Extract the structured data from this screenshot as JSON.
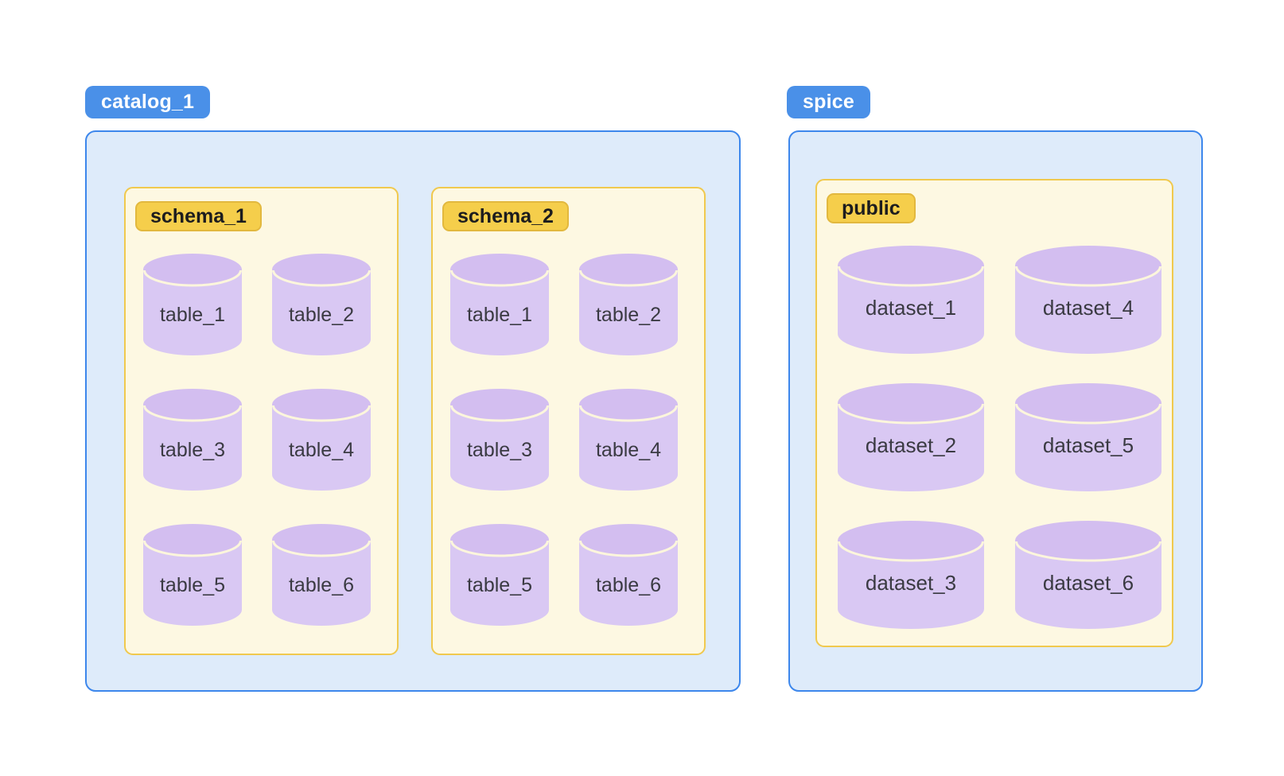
{
  "colors": {
    "page_bg": "#FFFFFF",
    "blue_badge_bg": "#4A90E8",
    "blue_badge_text": "#FFFFFF",
    "blue_box_bg": "#DEEBFA",
    "blue_box_border": "#3D87EC",
    "yellow_badge_bg": "#F5CE4B",
    "yellow_badge_border": "#E2B83E",
    "yellow_badge_text": "#1C1C1E",
    "yellow_box_bg": "#FDF8E2",
    "yellow_box_border": "#F0C94E",
    "cylinder_lid": "#D3BEF0",
    "cylinder_body": "#D9C8F3",
    "cylinder_seam": "#FCF6DC",
    "cylinder_text": "#3A3A42"
  },
  "catalogs": [
    {
      "label": "catalog_1",
      "schemas": [
        {
          "label": "schema_1",
          "items": [
            "table_1",
            "table_2",
            "table_3",
            "table_4",
            "table_5",
            "table_6"
          ]
        },
        {
          "label": "schema_2",
          "items": [
            "table_1",
            "table_2",
            "table_3",
            "table_4",
            "table_5",
            "table_6"
          ]
        }
      ]
    },
    {
      "label": "spice",
      "schemas": [
        {
          "label": "public",
          "items": [
            "dataset_1",
            "dataset_2",
            "dataset_3",
            "dataset_4",
            "dataset_5",
            "dataset_6"
          ]
        }
      ]
    }
  ]
}
